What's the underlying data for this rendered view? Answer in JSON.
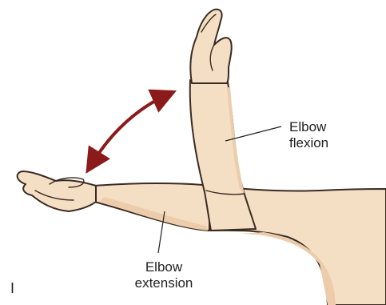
{
  "labels": {
    "flexion": [
      "Elbow",
      "flexion"
    ],
    "extension": [
      "Elbow",
      "extension"
    ],
    "panel_letter": "I"
  },
  "colors": {
    "skin": "#f5dfc4",
    "skin_shadow": "#ecccaa",
    "outline": "#3a2b22",
    "arrow": "#8b1a1a",
    "text": "#222222"
  },
  "icons": {
    "motion_arrow": "double-headed-curved-arrow"
  }
}
